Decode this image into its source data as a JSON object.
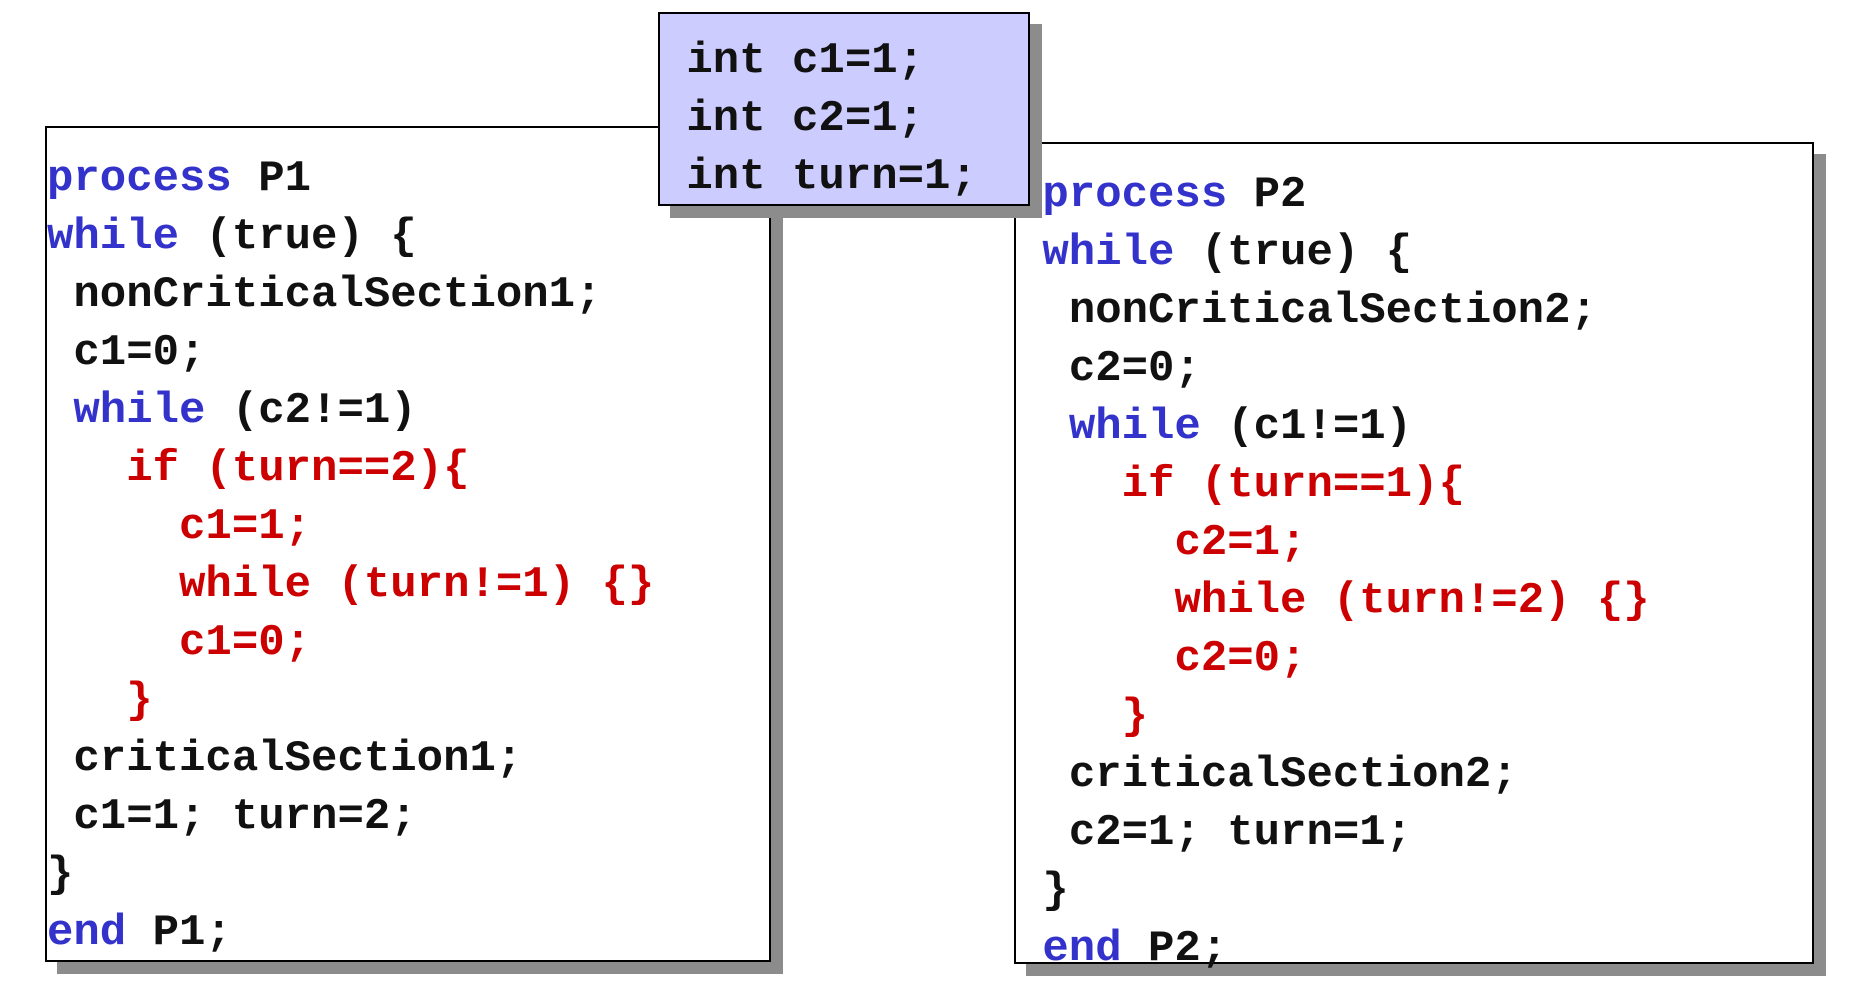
{
  "colors": {
    "keyword": "#3333cc",
    "highlight": "#cc0000",
    "text": "#111111",
    "shared_bg": "#ccccff",
    "shadow": "#8c8c8c"
  },
  "shared": {
    "lines": [
      "int c1=1;",
      "int c2=1;",
      "int turn=1;"
    ]
  },
  "p1": {
    "kw_process": "process",
    "name": "P1",
    "kw_while": "while",
    "cond_true": "(true) {",
    "noncritical": "nonCriticalSection1;",
    "set_c_zero": "c1=0;",
    "kw_while_inner": "while",
    "cond_other": "(c2!=1)",
    "if_turn": "if (turn==2){",
    "set_c_one": "c1=1;",
    "wait_turn": "while (turn!=1) {}",
    "reset_c_zero": "c1=0;",
    "close_if": "}",
    "critical": "criticalSection1;",
    "exit_section": "c1=1; turn=2;",
    "close_loop": "}",
    "kw_end": "end",
    "end_name": "P1;"
  },
  "p2": {
    "kw_process": "process",
    "name": "P2",
    "kw_while": "while",
    "cond_true": "(true) {",
    "noncritical": "nonCriticalSection2;",
    "set_c_zero": "c2=0;",
    "kw_while_inner": "while",
    "cond_other": "(c1!=1)",
    "if_turn": "if (turn==1){",
    "set_c_one": "c2=1;",
    "wait_turn": "while (turn!=2) {}",
    "reset_c_zero": "c2=0;",
    "close_if": "}",
    "critical": "criticalSection2;",
    "exit_section": "c2=1; turn=1;",
    "close_loop": "}",
    "kw_end": "end",
    "end_name": "P2;"
  }
}
